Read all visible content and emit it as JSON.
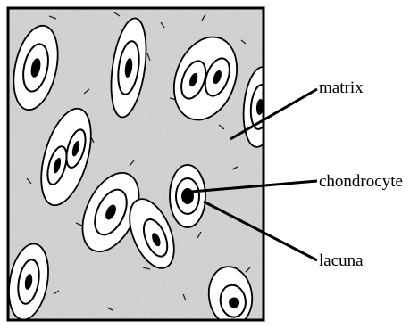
{
  "labels": {
    "matrix": "matrix",
    "chondrocyte": "chondrocyte",
    "lacuna": "lacuna"
  },
  "colors": {
    "ink": "#000000",
    "matrix_fill": "#c9c9c9",
    "background": "#ffffff"
  }
}
